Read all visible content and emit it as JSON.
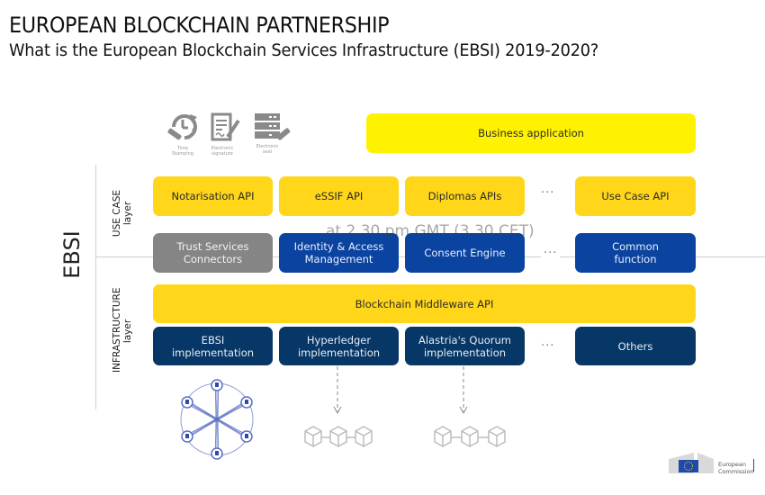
{
  "header": {
    "title": "EUROPEAN BLOCKCHAIN PARTNERSHIP",
    "subtitle": "What is the European Blockchain Services Infrastructure (EBSI) 2019-2020?"
  },
  "overlay_text": "at 2.30 pm GMT (3.30 CET)",
  "side": {
    "ebsi_label": "EBSI",
    "use_case_layer": [
      "USE CASE",
      "layer"
    ],
    "infrastructure_layer": [
      "INFRASTRUCTURE",
      "layer"
    ]
  },
  "top_icons": [
    {
      "icon": "time-stamping-icon",
      "label": [
        "Time",
        "Stamping"
      ]
    },
    {
      "icon": "electronic-signature-icon",
      "label": [
        "Electronic",
        "signature"
      ]
    },
    {
      "icon": "electronic-seal-icon",
      "label": [
        "Electronic",
        "seal"
      ]
    }
  ],
  "business_application": "Business application",
  "use_case_apis": [
    "Notarisation API",
    "eSSIF API",
    "Diplomas APIs",
    "Use Case API"
  ],
  "services": [
    {
      "label": [
        "Trust Services",
        "Connectors"
      ]
    },
    {
      "label": [
        "Identity & Access",
        "Management"
      ]
    },
    {
      "label": [
        "Consent Engine"
      ]
    },
    {
      "label": [
        "Common",
        "function"
      ]
    }
  ],
  "middleware": "Blockchain Middleware API",
  "implementations": [
    {
      "label": [
        "EBSI",
        "implementation"
      ]
    },
    {
      "label": [
        "Hyperledger",
        "implementation"
      ]
    },
    {
      "label": [
        "Alastria's Quorum",
        "implementation"
      ]
    },
    {
      "label": [
        "Others"
      ]
    }
  ],
  "ellipsis": "···",
  "footer_logo": {
    "line1": "European",
    "line2": "Commission"
  },
  "colors": {
    "yellow": "#ffd61a",
    "business_yellow": "#fff200",
    "gray": "#858585",
    "blue": "#0b44a0",
    "navy": "#073766",
    "network_blue": "#5a6fc4"
  }
}
